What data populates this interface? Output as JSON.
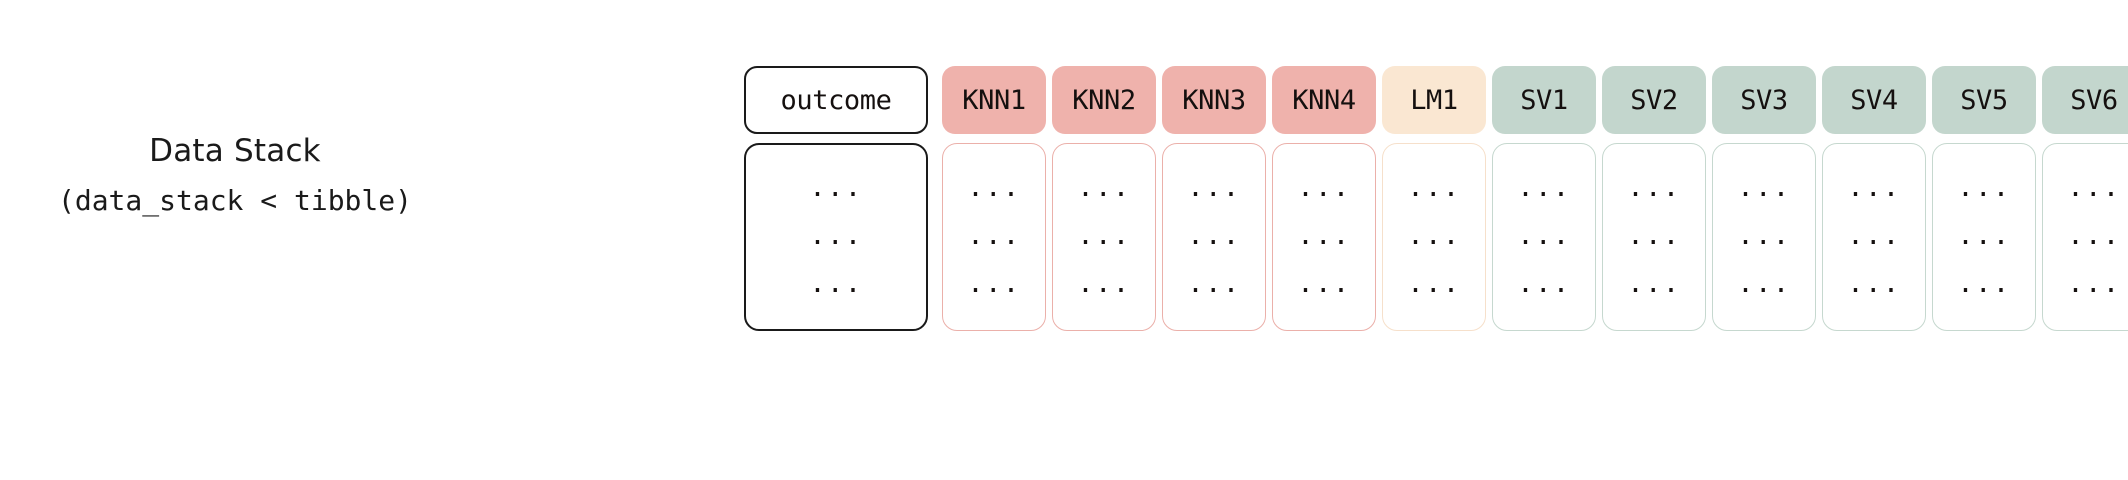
{
  "label": {
    "title": "Data Stack",
    "subtitle": "(data_stack < tibble)"
  },
  "palette": {
    "knn_fill": "#EFB2AC",
    "knn_border": "#EBB0AA",
    "lm_fill": "#FAE7D2",
    "lm_border": "#F6E0CB",
    "sv_fill": "#C3D6CD",
    "sv_border": "#C6D8CF",
    "outcome_fill": "#FFFFFF",
    "outcome_border": "#1A1A1A",
    "text": "#15100F",
    "background": "#FFFFFF"
  },
  "table": {
    "cell_placeholder": "...",
    "rows_per_column": 3,
    "columns": [
      {
        "label": "outcome",
        "group": "outcome",
        "fill": "#FFFFFF",
        "border": "#1A1A1A"
      },
      {
        "label": "KNN1",
        "group": "knn",
        "fill": "#EFB2AC",
        "border": "#EBB0AA"
      },
      {
        "label": "KNN2",
        "group": "knn",
        "fill": "#EFB2AC",
        "border": "#EBB0AA"
      },
      {
        "label": "KNN3",
        "group": "knn",
        "fill": "#EFB2AC",
        "border": "#EBB0AA"
      },
      {
        "label": "KNN4",
        "group": "knn",
        "fill": "#EFB2AC",
        "border": "#EBB0AA"
      },
      {
        "label": "LM1",
        "group": "lm",
        "fill": "#FAE7D2",
        "border": "#F6E0CB"
      },
      {
        "label": "SV1",
        "group": "sv",
        "fill": "#C3D6CD",
        "border": "#C6D8CF"
      },
      {
        "label": "SV2",
        "group": "sv",
        "fill": "#C3D6CD",
        "border": "#C6D8CF"
      },
      {
        "label": "SV3",
        "group": "sv",
        "fill": "#C3D6CD",
        "border": "#C6D8CF"
      },
      {
        "label": "SV4",
        "group": "sv",
        "fill": "#C3D6CD",
        "border": "#C6D8CF"
      },
      {
        "label": "SV5",
        "group": "sv",
        "fill": "#C3D6CD",
        "border": "#C6D8CF"
      },
      {
        "label": "SV6",
        "group": "sv",
        "fill": "#C3D6CD",
        "border": "#C6D8CF"
      }
    ]
  }
}
